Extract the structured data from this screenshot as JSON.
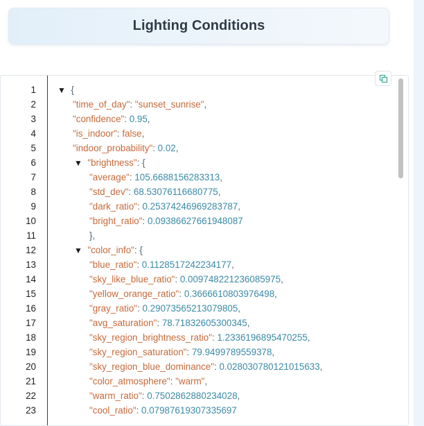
{
  "header": {
    "title": "Lighting Conditions"
  },
  "colors": {
    "key": "#c56a3a",
    "string": "#c56a3a",
    "number": "#3a8aa6",
    "punctuation": "#4c6a7a",
    "header_bg": "#e2eff9",
    "right_strip": "#eef4fb"
  },
  "icons": {
    "copy": "copy-icon",
    "collapse": "collapse-triangle-icon"
  },
  "json_viewer": {
    "lines": [
      {
        "n": "1",
        "indent": 0,
        "toggle": "▼",
        "text": "{",
        "kind": "punc"
      },
      {
        "n": "2",
        "indent": 1,
        "key": "\"time_of_day\"",
        "sep": ": ",
        "value": "\"sunset_sunrise\"",
        "kind": "str",
        "tail": ","
      },
      {
        "n": "3",
        "indent": 1,
        "key": "\"confidence\"",
        "sep": ": ",
        "value": "0.95",
        "kind": "num",
        "tail": ","
      },
      {
        "n": "4",
        "indent": 1,
        "key": "\"is_indoor\"",
        "sep": ": ",
        "value": "false",
        "kind": "bool",
        "tail": ","
      },
      {
        "n": "5",
        "indent": 1,
        "key": "\"indoor_probability\"",
        "sep": ": ",
        "value": "0.02",
        "kind": "num",
        "tail": ","
      },
      {
        "n": "6",
        "indent": 1,
        "toggle": "▼",
        "key": "\"brightness\"",
        "sep": ": ",
        "value": "{",
        "kind": "punc",
        "tail": ""
      },
      {
        "n": "7",
        "indent": 2,
        "key": "\"average\"",
        "sep": ": ",
        "value": "105.6688156283313",
        "kind": "num",
        "tail": ","
      },
      {
        "n": "8",
        "indent": 2,
        "key": "\"std_dev\"",
        "sep": ": ",
        "value": "68.53076116680775",
        "kind": "num",
        "tail": ","
      },
      {
        "n": "9",
        "indent": 2,
        "key": "\"dark_ratio\"",
        "sep": ": ",
        "value": "0.25374246969283787",
        "kind": "num",
        "tail": ","
      },
      {
        "n": "10",
        "indent": 2,
        "key": "\"bright_ratio\"",
        "sep": ": ",
        "value": "0.09386627661948087",
        "kind": "num",
        "tail": ""
      },
      {
        "n": "11",
        "indent": 2,
        "text": "},",
        "kind": "punc",
        "close": true
      },
      {
        "n": "12",
        "indent": 1,
        "toggle": "▼",
        "key": "\"color_info\"",
        "sep": ": ",
        "value": "{",
        "kind": "punc",
        "tail": ""
      },
      {
        "n": "13",
        "indent": 2,
        "key": "\"blue_ratio\"",
        "sep": ": ",
        "value": "0.1128517242234177",
        "kind": "num",
        "tail": ","
      },
      {
        "n": "14",
        "indent": 2,
        "key": "\"sky_like_blue_ratio\"",
        "sep": ": ",
        "value": "0.009748221236085975",
        "kind": "num",
        "tail": ","
      },
      {
        "n": "15",
        "indent": 2,
        "key": "\"yellow_orange_ratio\"",
        "sep": ": ",
        "value": "0.3666610803976498",
        "kind": "num",
        "tail": ","
      },
      {
        "n": "16",
        "indent": 2,
        "key": "\"gray_ratio\"",
        "sep": ": ",
        "value": "0.29073565213079805",
        "kind": "num",
        "tail": ","
      },
      {
        "n": "17",
        "indent": 2,
        "key": "\"avg_saturation\"",
        "sep": ": ",
        "value": "78.71832605300345",
        "kind": "num",
        "tail": ","
      },
      {
        "n": "18",
        "indent": 2,
        "key": "\"sky_region_brightness_ratio\"",
        "sep": ": ",
        "value": "1.2336196895470255",
        "kind": "num",
        "tail": ","
      },
      {
        "n": "19",
        "indent": 2,
        "key": "\"sky_region_saturation\"",
        "sep": ": ",
        "value": "79.9499789559378",
        "kind": "num",
        "tail": ","
      },
      {
        "n": "20",
        "indent": 2,
        "key": "\"sky_region_blue_dominance\"",
        "sep": ": ",
        "value": "0.028030780121015633",
        "kind": "num",
        "tail": ","
      },
      {
        "n": "21",
        "indent": 2,
        "key": "\"color_atmosphere\"",
        "sep": ": ",
        "value": "\"warm\"",
        "kind": "str",
        "tail": ","
      },
      {
        "n": "22",
        "indent": 2,
        "key": "\"warm_ratio\"",
        "sep": ": ",
        "value": "0.7502862880234028",
        "kind": "num",
        "tail": ","
      },
      {
        "n": "23",
        "indent": 2,
        "key": "\"cool_ratio\"",
        "sep": ": ",
        "value": "0.07987619307335697",
        "kind": "num",
        "tail": ""
      }
    ]
  }
}
